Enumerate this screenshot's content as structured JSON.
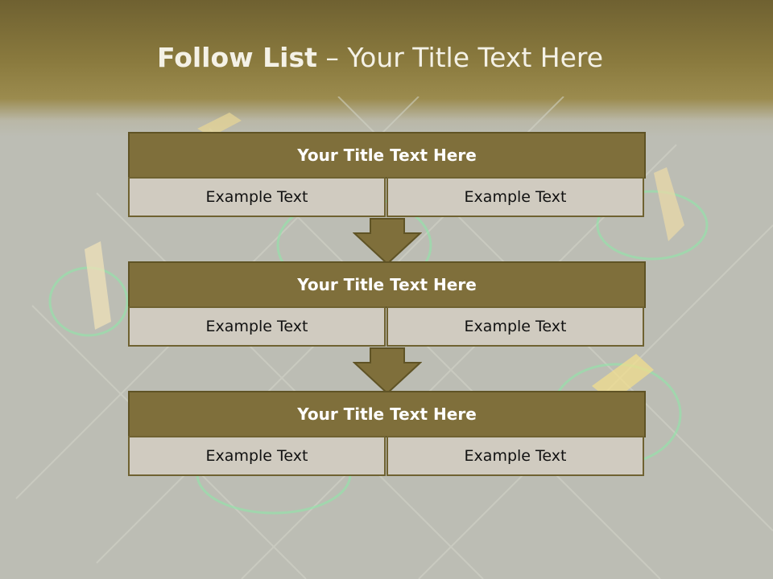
{
  "slide": {
    "title_bold": "Follow List",
    "title_rest": " – Your Title Text Here"
  },
  "blocks": [
    {
      "title": "Your Title Text Here",
      "left_text": "Example Text",
      "right_text": "Example Text"
    },
    {
      "title": "Your Title Text Here",
      "left_text": "Example Text",
      "right_text": "Example Text"
    },
    {
      "title": "Your Title Text Here",
      "left_text": "Example Text",
      "right_text": "Example Text"
    }
  ],
  "colors": {
    "header_band": "#7f6f3b",
    "block_title_fill": "#7f6f3b",
    "cell_fill": "#d0cbc0",
    "arrow_fill": "#7f6f3b",
    "background": "#bcbdb4"
  }
}
